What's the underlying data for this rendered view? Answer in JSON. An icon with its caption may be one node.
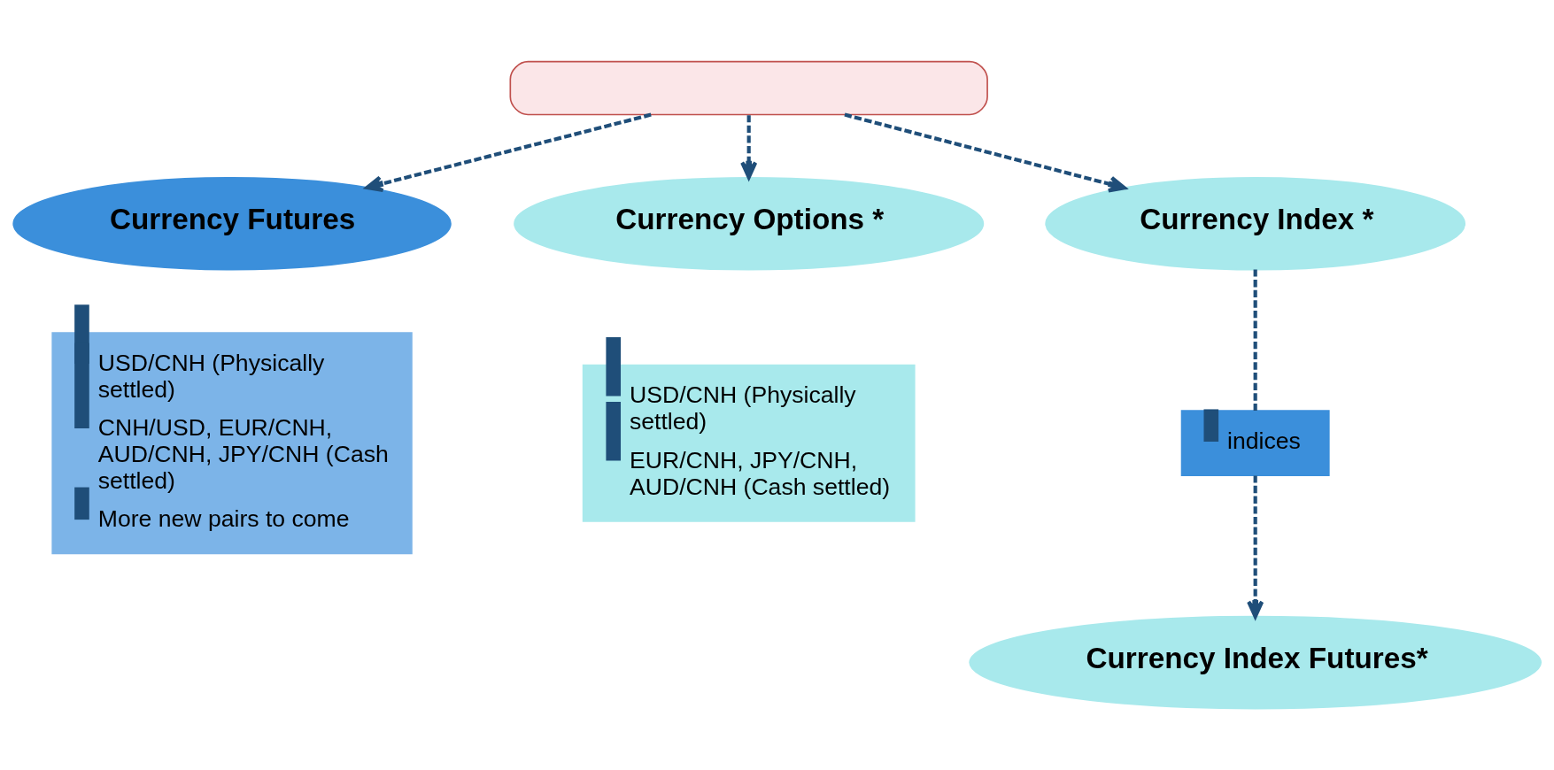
{
  "diagram": {
    "nodes": [
      {
        "text": [],
        "shape": "box"
      },
      {
        "text": [
          "Currency Futures"
        ]
      },
      {
        "text": [
          "Currency Options *"
        ]
      },
      {
        "text": [
          "Currency Index *"
        ]
      },
      {
        "text": [
          "USD/CNH (Physically settled)",
          "CNH/USD, EUR/CNH, AUD/CNH, JPY/CNH (Cash settled)",
          "More new pairs to come"
        ]
      },
      {
        "text": [
          "USD/CNH (Physically settled)",
          "EUR/CNH, JPY/CNH, AUD/CNH (Cash settled)"
        ]
      },
      {
        "text": [
          "indices"
        ]
      },
      {
        "text": [
          "Currency Index Futures*"
        ]
      }
    ],
    "edges": [
      {
        "from": 0,
        "to": 1,
        "arrow": "to",
        "style": "dashed"
      },
      {
        "from": 0,
        "to": 2,
        "arrow": "to",
        "style": "dashed"
      },
      {
        "from": 0,
        "to": 3,
        "arrow": "to",
        "style": "dashed"
      },
      {
        "from": 3,
        "to": 6,
        "arrow": "none",
        "style": "dashed"
      },
      {
        "from": 6,
        "to": 7,
        "arrow": "to",
        "style": "dashed"
      }
    ]
  }
}
